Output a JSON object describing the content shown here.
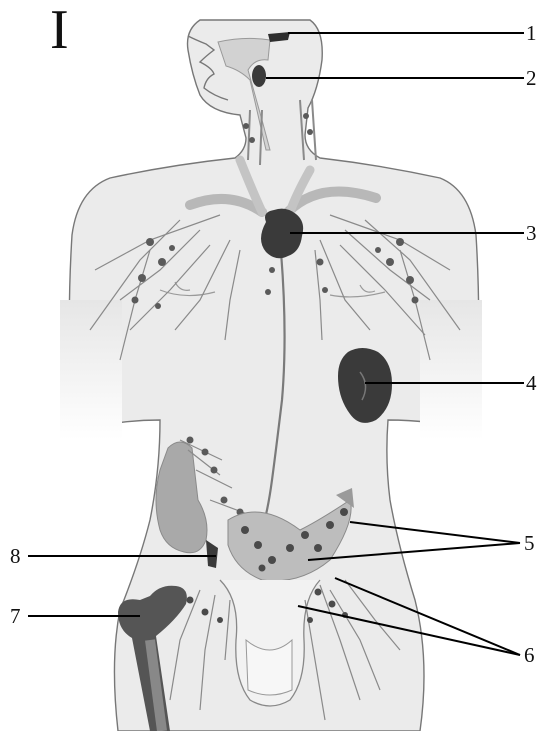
{
  "figure": {
    "panel_label": "I"
  },
  "labels": [
    {
      "id": "1",
      "text": "1"
    },
    {
      "id": "2",
      "text": "2"
    },
    {
      "id": "3",
      "text": "3"
    },
    {
      "id": "4",
      "text": "4"
    },
    {
      "id": "5",
      "text": "5"
    },
    {
      "id": "6",
      "text": "6"
    },
    {
      "id": "7",
      "text": "7"
    },
    {
      "id": "8",
      "text": "8"
    }
  ],
  "colors": {
    "body_fill": "#e9e9e9",
    "outline": "#6e6e6e",
    "vessel": "#8a8a8a",
    "organ_dark": "#3a3a3a",
    "node": "#5a5a5a",
    "intestine": "#a9a9a9",
    "leader_line": "#000000"
  }
}
